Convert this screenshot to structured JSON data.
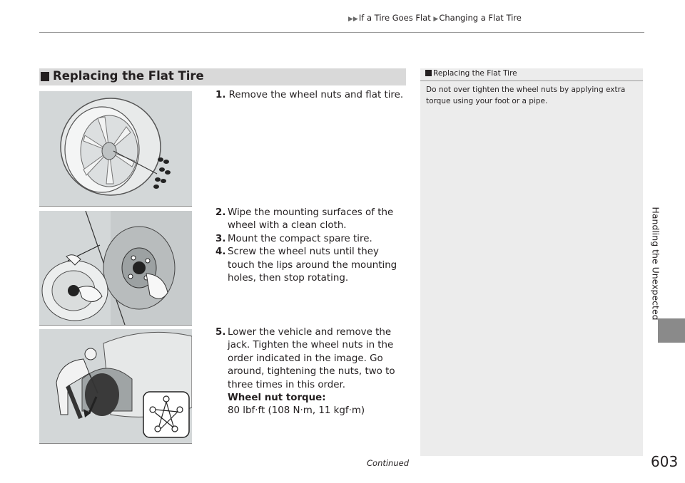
{
  "breadcrumb": {
    "part1": "If a Tire Goes Flat",
    "part2": "Changing a Flat Tire"
  },
  "side_tab": "Handling the Unexpected",
  "section": {
    "title": "Replacing the Flat Tire"
  },
  "note": {
    "title": "Replacing the Flat Tire",
    "body": "Do not over tighten the wheel nuts by applying extra torque using your foot or a pipe."
  },
  "steps": [
    {
      "num": "1.",
      "text": "Remove the wheel nuts and flat tire."
    },
    {
      "num": "2.",
      "text": "Wipe the mounting surfaces of the wheel with a clean cloth."
    },
    {
      "num": "3.",
      "text": "Mount the compact spare tire."
    },
    {
      "num": "4.",
      "text": "Screw the wheel nuts until they touch the lips around the mounting holes, then stop rotating."
    },
    {
      "num": "5.",
      "text": "Lower the vehicle and remove the jack. Tighten the wheel nuts in the order indicated in the image. Go around, tightening the nuts, two to three times in this order.",
      "torque_label": "Wheel nut torque:",
      "torque_value": "80 lbf·ft (108 N·m, 11 kgf·m)"
    }
  ],
  "footer": {
    "continued": "Continued",
    "page_number": "603"
  }
}
